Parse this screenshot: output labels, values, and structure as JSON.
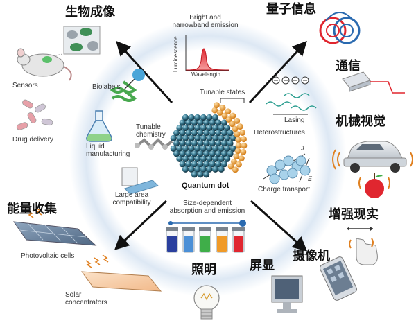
{
  "center": {
    "title": "Quantum dot",
    "emission_title": "Bright and\nnarrowband emission",
    "axis_y": "Luminescence",
    "axis_x": "Wavelength",
    "size_title": "Size-dependent\nabsorption and emission",
    "vial_colors": [
      "#2a3f9e",
      "#4b8fd6",
      "#3fae49",
      "#f09a28",
      "#e0262f"
    ]
  },
  "inner": {
    "biolabels": "Biolabels",
    "liquid": "Liquid\nmanufacturing",
    "tunable_chem": "Tunable\nchemistry",
    "large_area": "Large area\ncompatibility",
    "tunable_states": "Tunable states",
    "lasing": "Lasing",
    "hetero": "Heterostructures",
    "charge": "Charge transport",
    "j": "J",
    "e": "E"
  },
  "apps": {
    "bioimaging": "生物成像",
    "quantum_info": "量子信息",
    "communication": "通信",
    "machine_vision": "机械视觉",
    "ar": "增强现实",
    "camera": "摄像机",
    "display": "屏显",
    "lighting": "照明",
    "energy": "能量收集"
  },
  "outer": {
    "sensors": "Sensors",
    "drug": "Drug delivery",
    "pv": "Photovoltaic cells",
    "solar": "Solar\nconcentrators"
  }
}
